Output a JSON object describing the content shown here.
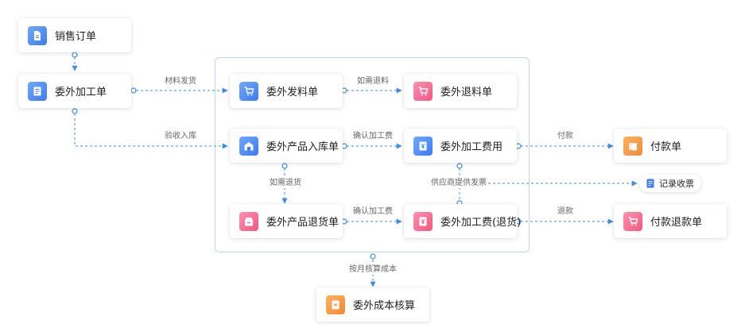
{
  "nodes": {
    "sales_order": "销售订单",
    "outsource_order": "委外加工单",
    "material_issue": "委外发料单",
    "material_return": "委外退料单",
    "product_receipt": "委外产品入库单",
    "processing_fee": "委外加工费用",
    "payment": "付款单",
    "product_return": "委外产品退货单",
    "processing_fee_return": "委外加工费(退货)",
    "refund": "付款退款单",
    "cost_accounting": "委外成本核算"
  },
  "pill": {
    "record_receipt": "记录收票"
  },
  "edges": {
    "material_issue": "材料发货",
    "return_if_needed": "如需退料",
    "receipt_inspection": "验收入库",
    "confirm_fee_1": "确认加工费",
    "payment": "付款",
    "return_goods_if_needed": "如需退货",
    "supplier_invoice": "供应商提供发票",
    "confirm_fee_2": "确认加工费",
    "refund": "退款",
    "monthly_costing": "按月核算成本"
  },
  "colors": {
    "line": "#3a8ee6",
    "group_border": "#b9d8f6",
    "icon_blue": "#3d7bf0",
    "icon_pink": "#f0587f",
    "icon_orange": "#f08a3a"
  },
  "icons": {
    "sales_order": "document-icon",
    "outsource_order": "form-icon",
    "material_issue": "cart-icon",
    "material_return": "cart-return-icon",
    "product_receipt": "warehouse-icon",
    "processing_fee": "yen-bill-icon",
    "payment": "payment-icon",
    "product_return": "return-box-icon",
    "processing_fee_return": "yen-bill-icon",
    "refund": "cart-refund-icon",
    "cost_accounting": "cost-icon",
    "record_receipt": "invoice-icon"
  }
}
